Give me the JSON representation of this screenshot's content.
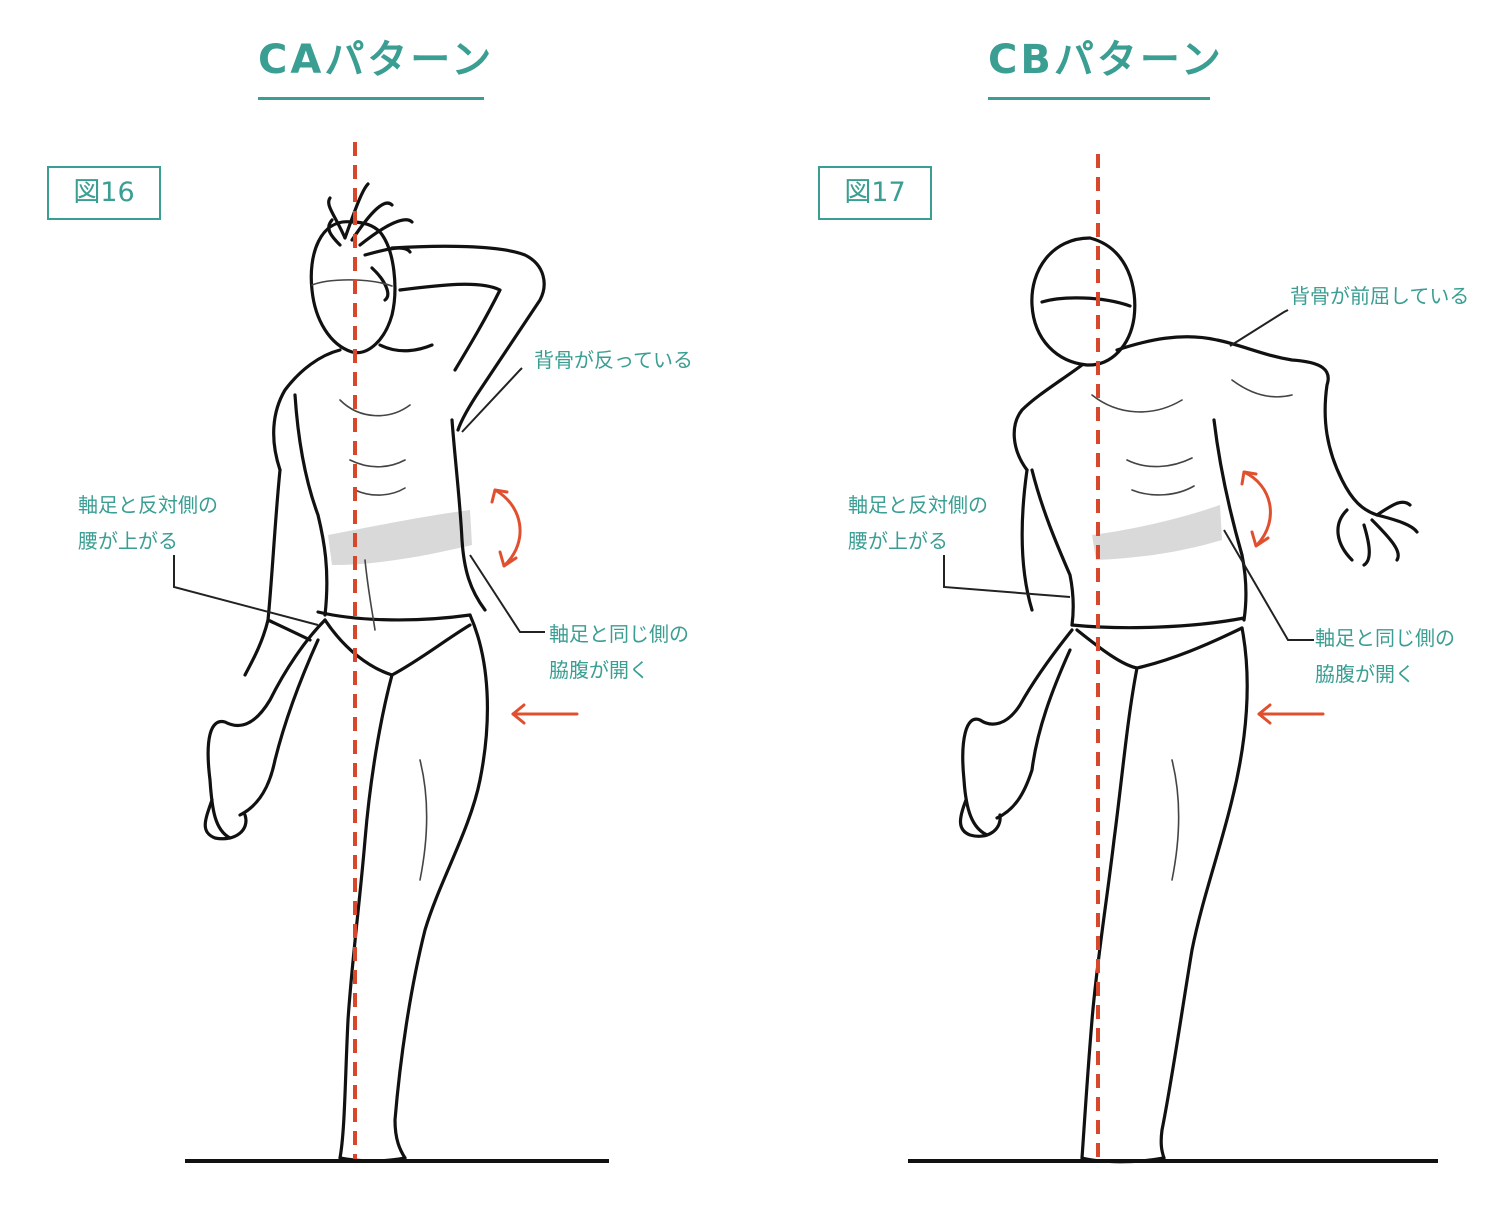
{
  "colors": {
    "accent": "#3a9e93",
    "axis": "#d9472b",
    "arrow": "#e0502f",
    "ink": "#111111"
  },
  "panels": [
    {
      "title": "CAパターン",
      "figure_label": "図16",
      "notes": {
        "spine": "背骨が反っている",
        "hip_line1": "軸足と反対側の",
        "hip_line2": "腰が上がる",
        "flank_line1": "軸足と同じ側の",
        "flank_line2": "脇腹が開く"
      }
    },
    {
      "title": "CBパターン",
      "figure_label": "図17",
      "notes": {
        "spine": "背骨が前屈している",
        "hip_line1": "軸足と反対側の",
        "hip_line2": "腰が上がる",
        "flank_line1": "軸足と同じ側の",
        "flank_line2": "脇腹が開く"
      }
    }
  ]
}
